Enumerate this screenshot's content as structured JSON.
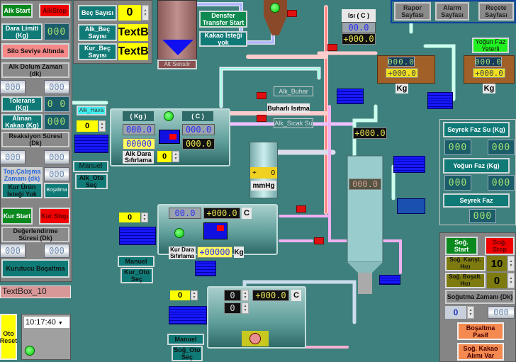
{
  "left": {
    "alk_start": "Alk Start",
    "alk_stop": "AlkStop",
    "dara_limiti": "Dara Limiti (Kg)",
    "dara_limiti_val": "000",
    "silo": "Silo Seviye Altında",
    "alk_dolum": "Alk Dolum Zaman (dk)",
    "alk_dolum_v1": "000",
    "alk_dolum_v2": "000",
    "tolerans": "Tolerans (Kg)",
    "tolerans_val": "0 0",
    "alinan": "Alınan Kakao (Kg)",
    "alinan_val": "000",
    "reaksiyon": "Reaksiyon Süresi (Dk)",
    "reaksiyon_v1": "000",
    "reaksiyon_v2": "000",
    "top_calisma": "Top.Çalışma Zamanı (dk)",
    "top_calisma_val": "000",
    "kur_urun": "Kur Ürün İsteği Yok",
    "bosaltma": "Boşaltma",
    "kur_start": "Kur Start",
    "kur_stop": "Kur Stop",
    "degerlendirme": "Değerlendirme Süresi (Dk)",
    "deg_v1": "000",
    "deg_v2": "000",
    "kurutucu": "Kurutucu Boşaltma",
    "textbox": "TextBox_10",
    "oto_reset": "Oto Reset",
    "time": "10:17:40"
  },
  "batch": {
    "bec": "Beç Sayısı",
    "bec_val": "0",
    "alk_bec": "Alk_Beç Sayısı",
    "alk_bec_val": "TextB",
    "kur_bec": "Kur_Beç Sayısı",
    "kur_bec_val": "TextB"
  },
  "top": {
    "alt_sensor": "Alt Sensör",
    "densfer": "Densfer Transfer Start",
    "kakao": "Kakao İsteği yok",
    "isi": "Isı ( C )",
    "isi_v1": "00.0",
    "isi_v2": "+000.0"
  },
  "nav": {
    "rapor": "Rapor Sayfası",
    "alarm": "Alarm Sayfası",
    "recete": "Reçete Sayfası"
  },
  "tanks": {
    "yogun_yeterli": "Yoğun Faz Yeterli",
    "t1_v1": "000.0",
    "t1_v2": "+000.0",
    "t2_v1": "000.0",
    "t2_v2": "+000.0",
    "unit": "Kg"
  },
  "alk": {
    "hava": "Alk_Hava",
    "speed": "0",
    "manuel": "Manuel",
    "oto": "Alk_Oto Seç",
    "kg": "( Kg )",
    "c": "( C )",
    "kg_v1": "000.0",
    "kg_v2": "00000",
    "c_v1": "000.0",
    "c_v2": "000.0",
    "dara": "Alk Dara Sıfırlama",
    "dara_val": "0",
    "buhar": "Alk_Buhar",
    "buharli": "Buharlı Isıtma",
    "sicak": "Alk_Sıcak Su"
  },
  "condenser": {
    "plus": "+",
    "val": "0",
    "unit": "mmHg",
    "reading": "+000.0",
    "column": "000.0"
  },
  "kur": {
    "speed": "0",
    "manuel": "Manuel",
    "oto": "Kur_Oto Seç",
    "v1": "00.0",
    "v2": "+000.0",
    "c": "C",
    "dara": "Kur Dara Sıfırlama",
    "dara_val": "+00000",
    "kg": "Kg"
  },
  "sog": {
    "speed": "0",
    "manuel": "Manuel",
    "oto": "Soğ_Oto Seç",
    "v1": "0",
    "v2": "0",
    "temp": "+000.0",
    "c": "C"
  },
  "right": {
    "seyrek_su": "Seyrek Faz Su (Kg)",
    "ss1": "000",
    "ss2": "000",
    "yogun": "Yoğun Faz (Kg)",
    "y1": "000",
    "y2": "000",
    "seyrek": "Seyrek Faz",
    "s1": "000"
  },
  "cool": {
    "start": "Soğ. Start",
    "stop": "Soğ. Stop",
    "karist": "Soğ. Karışt. Hızı",
    "karist_val": "10",
    "bosalt": "Soğ. Boşalt. Hızı",
    "bosalt_val": "0",
    "zaman": "Soğutma Zamanı (Dk)",
    "zaman_val": "0",
    "zaman_lcd": "000",
    "bosaltma_pasif": "Boşaltma Pasif",
    "kakao_alimi": "Soğ. Kakao Alımı Var"
  },
  "colors": {
    "background": "#3e807d",
    "start": "#0a8a1e",
    "stop": "#f00000"
  }
}
